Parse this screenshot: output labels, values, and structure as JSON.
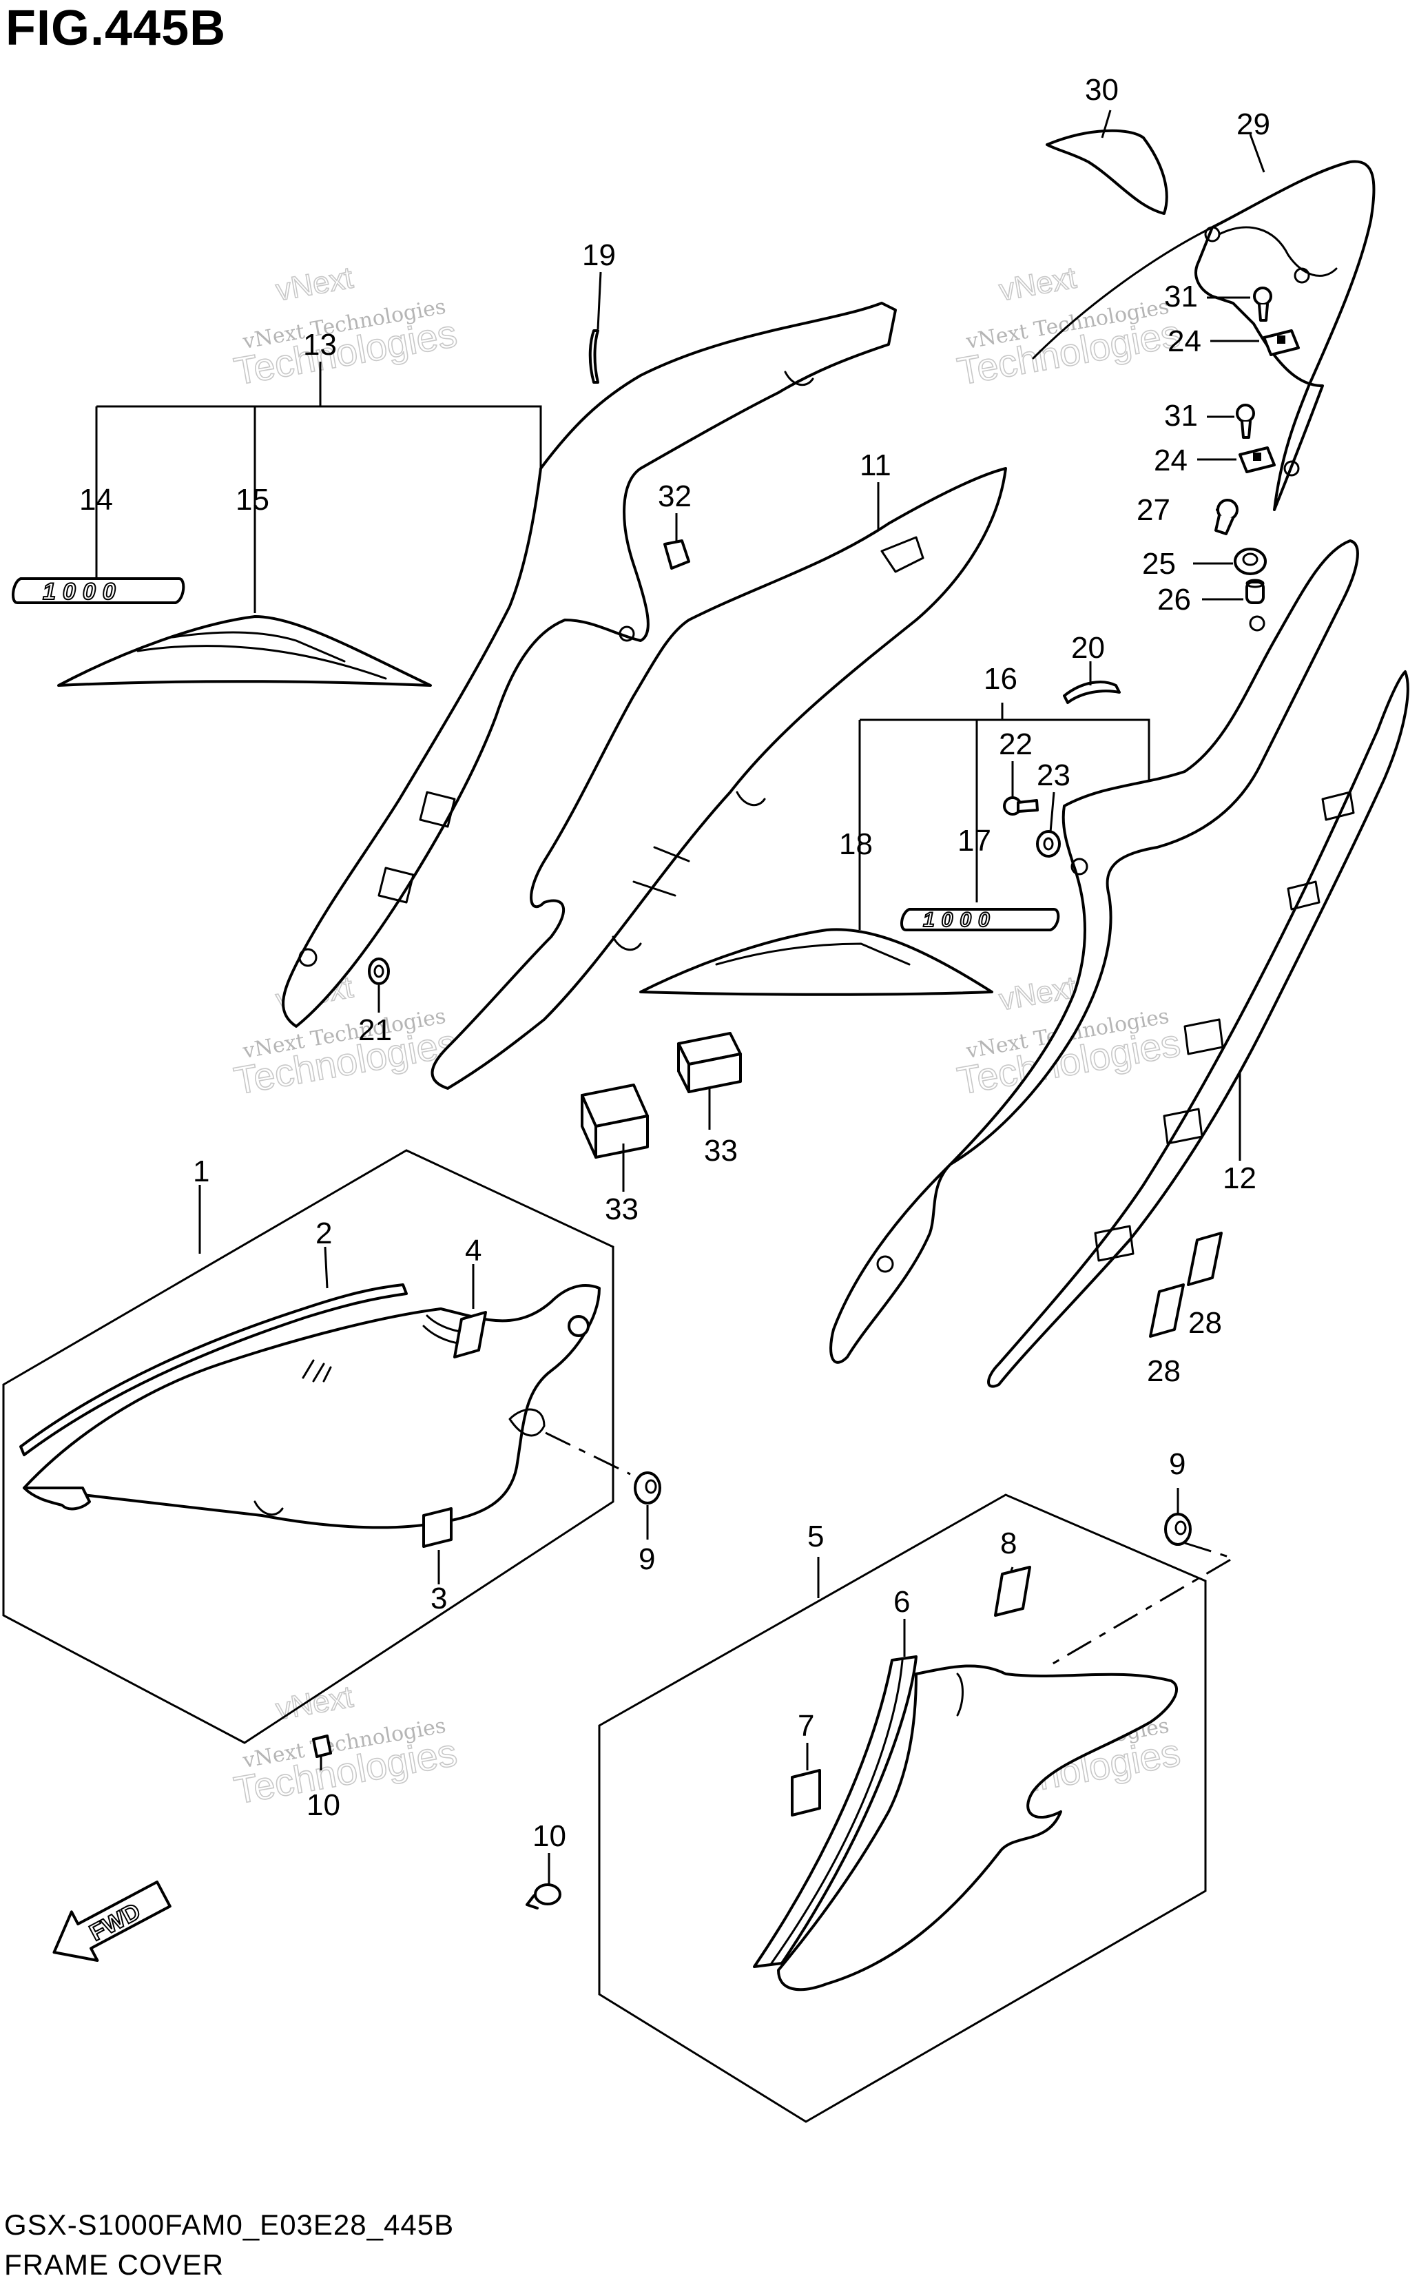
{
  "figure": {
    "title": "FIG.445B",
    "code": "GSX-S1000FAM0_E03E28_445B",
    "name": "FRAME COVER"
  },
  "watermark": {
    "line1": "vNext Technologies",
    "line2": "Technologies",
    "line3": "vNext"
  },
  "badge_text": "1000",
  "fwd_label": "FWD",
  "callouts": [
    {
      "id": "c30",
      "label": "30"
    },
    {
      "id": "c29",
      "label": "29"
    },
    {
      "id": "c19",
      "label": "19"
    },
    {
      "id": "c13",
      "label": "13"
    },
    {
      "id": "c14",
      "label": "14"
    },
    {
      "id": "c15",
      "label": "15"
    },
    {
      "id": "c31a",
      "label": "31"
    },
    {
      "id": "c24a",
      "label": "24"
    },
    {
      "id": "c31b",
      "label": "31"
    },
    {
      "id": "c24b",
      "label": "24"
    },
    {
      "id": "c27",
      "label": "27"
    },
    {
      "id": "c25",
      "label": "25"
    },
    {
      "id": "c26",
      "label": "26"
    },
    {
      "id": "c11",
      "label": "11"
    },
    {
      "id": "c32",
      "label": "32"
    },
    {
      "id": "c20",
      "label": "20"
    },
    {
      "id": "c16",
      "label": "16"
    },
    {
      "id": "c22",
      "label": "22"
    },
    {
      "id": "c23",
      "label": "23"
    },
    {
      "id": "c18",
      "label": "18"
    },
    {
      "id": "c17",
      "label": "17"
    },
    {
      "id": "c21",
      "label": "21"
    },
    {
      "id": "c33a",
      "label": "33"
    },
    {
      "id": "c33b",
      "label": "33"
    },
    {
      "id": "c12",
      "label": "12"
    },
    {
      "id": "c1",
      "label": "1"
    },
    {
      "id": "c2",
      "label": "2"
    },
    {
      "id": "c4",
      "label": "4"
    },
    {
      "id": "c28a",
      "label": "28"
    },
    {
      "id": "c28b",
      "label": "28"
    },
    {
      "id": "c9a",
      "label": "9"
    },
    {
      "id": "c3",
      "label": "3"
    },
    {
      "id": "c9b",
      "label": "9"
    },
    {
      "id": "c5",
      "label": "5"
    },
    {
      "id": "c8",
      "label": "8"
    },
    {
      "id": "c6",
      "label": "6"
    },
    {
      "id": "c7",
      "label": "7"
    },
    {
      "id": "c10a",
      "label": "10"
    },
    {
      "id": "c10b",
      "label": "10"
    }
  ]
}
